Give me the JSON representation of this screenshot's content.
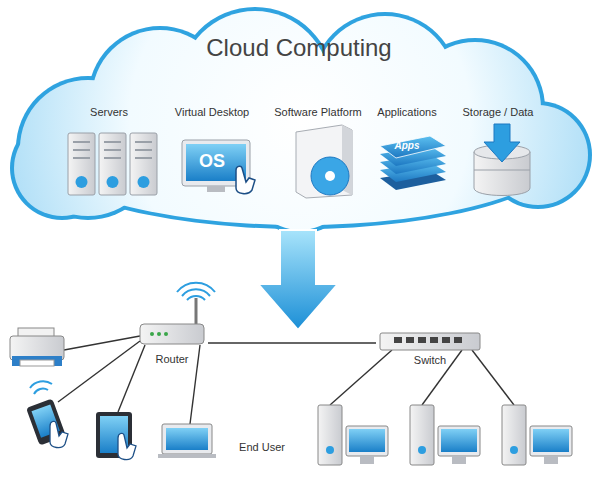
{
  "diagram": {
    "nodes": [
      {
        "text": [
          "Cloud Computing"
        ]
      },
      {
        "text": [
          "Servers"
        ],
        "in": 0
      },
      {
        "text": [
          "Virtual Desktop",
          "OS"
        ],
        "in": 0
      },
      {
        "text": [
          "Software Platform"
        ],
        "in": 0
      },
      {
        "text": [
          "Applications",
          "Apps"
        ],
        "in": 0
      },
      {
        "text": [
          "Storage / Data"
        ],
        "in": 0
      },
      {
        "text": [
          "Router"
        ]
      },
      {
        "text": [
          "Switch"
        ]
      }
    ],
    "edges": [
      {
        "from": 6,
        "to": 7,
        "arrow": "none"
      }
    ],
    "labels": [
      "End User"
    ]
  }
}
